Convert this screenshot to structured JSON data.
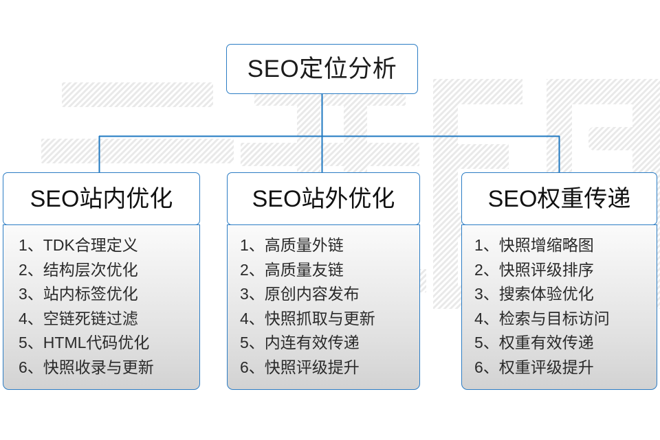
{
  "diagram": {
    "title": "SEO定位分析",
    "accent_color": "#2b7cc4",
    "text_color": "#1b1b1b",
    "root": {
      "label": "SEO定位分析"
    },
    "columns": [
      {
        "header": "SEO站内优化",
        "items": [
          "1、TDK合理定义",
          "2、结构层次优化",
          "3、站内标签优化",
          "4、空链死链过滤",
          "5、HTML代码优化",
          "6、快照收录与更新"
        ]
      },
      {
        "header": "SEO站外优化",
        "items": [
          "1、高质量外链",
          "2、高质量友链",
          "3、原创内容发布",
          "4、快照抓取与更新",
          "5、内连有效传递",
          "6、快照评级提升"
        ]
      },
      {
        "header": "SEO权重传递",
        "items": [
          "1、快照增缩略图",
          "2、快照评级排序",
          "3、搜索体验优化",
          "4、检索与目标访问",
          "5、权重有效传递",
          "6、权重评级提升"
        ]
      }
    ],
    "watermark": {
      "text": "云无限",
      "color": "#ededed"
    }
  }
}
